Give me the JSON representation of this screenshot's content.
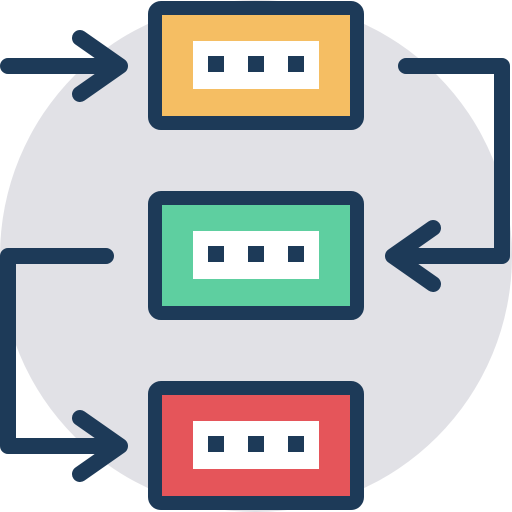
{
  "colors": {
    "background_circle": "#E1E1E6",
    "outline": "#1D3A58",
    "screen": "#FFFFFF",
    "box_top": "#F5BE63",
    "box_middle": "#5ECFA0",
    "box_bottom": "#E5555A"
  },
  "icon": {
    "name": "workflow-icon",
    "boxes": [
      {
        "id": "top",
        "dots": 3
      },
      {
        "id": "middle",
        "dots": 3
      },
      {
        "id": "bottom",
        "dots": 3
      }
    ],
    "connectors": [
      {
        "from": "left-edge",
        "to": "top",
        "direction": "right"
      },
      {
        "from": "top",
        "to": "middle",
        "direction": "left"
      },
      {
        "from": "middle",
        "to": "bottom",
        "direction": "right"
      }
    ]
  }
}
